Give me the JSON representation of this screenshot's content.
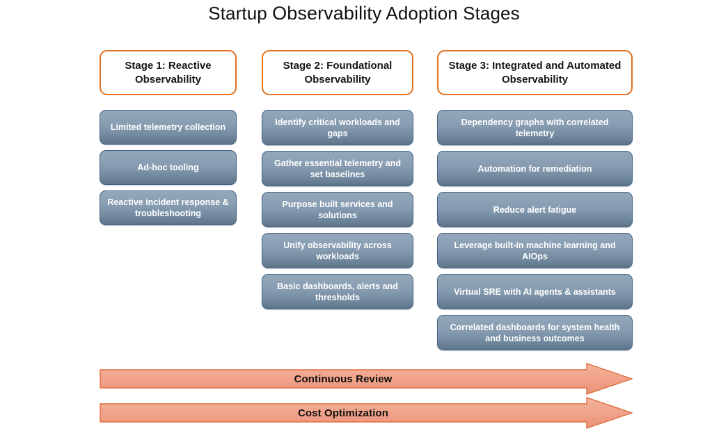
{
  "title": {
    "part1": "Startup ",
    "part2": "Observability",
    "part3": " Adoption Stages",
    "full": "Startup Observability Adoption Stages"
  },
  "colors": {
    "header_border": "#e2711d",
    "item_gradient_top": "#94a8bb",
    "item_gradient_bottom": "#5d7488",
    "item_border": "#3f6284",
    "item_text": "#ffffff",
    "arrow_fill_top": "#f0a68c",
    "arrow_fill_bottom": "#e8957a",
    "arrow_border": "#e06c3d",
    "title_text": "#111111"
  },
  "columns": [
    {
      "header": "Stage 1: Reactive Observability",
      "items": [
        "Limited telemetry collection",
        "Ad-hoc tooling",
        "Reactive incident response & troubleshooting"
      ]
    },
    {
      "header": "Stage 2: Foundational Observability",
      "items": [
        "Identify critical workloads and gaps",
        "Gather essential telemetry and set baselines",
        "Purpose built services and solutions",
        "Unify observability across workloads",
        "Basic dashboards, alerts and thresholds"
      ]
    },
    {
      "header": "Stage 3: Integrated and Automated Observability",
      "items": [
        "Dependency graphs with correlated telemetry",
        "Automation for remediation",
        "Reduce alert fatigue",
        "Leverage built-in machine learning and AIOps",
        "Virtual SRE with AI agents & assistants",
        "Correlated dashboards for system health and business outcomes"
      ]
    }
  ],
  "arrows": [
    {
      "label": "Continuous Review"
    },
    {
      "label": "Cost Optimization"
    }
  ]
}
